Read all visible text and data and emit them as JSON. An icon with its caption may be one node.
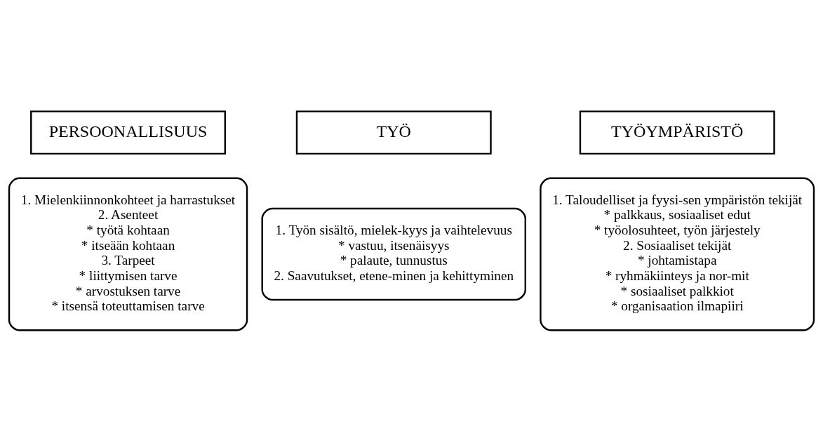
{
  "diagram": {
    "nodes": [
      {
        "text": [
          "PERSOONALLISUUS"
        ]
      },
      {
        "text": [
          "TYÖ"
        ]
      },
      {
        "text": [
          "TYÖYMPÄRISTÖ"
        ]
      },
      {
        "text": [
          "1. Mielenkiinnonkohteet ja harrastukset",
          "2. Asenteet",
          "* työtä kohtaan",
          "* itseään kohtaan",
          "3. Tarpeet",
          "* liittymisen tarve",
          "* arvostuksen tarve",
          "* itsensä toteuttamisen tarve"
        ]
      },
      {
        "text": [
          "1. Työn sisältö, mielek-kyys ja vaihtelevuus",
          "* vastuu, itsenäisyys",
          "* palaute, tunnustus",
          "2. Saavutukset, etene-minen ja kehittyminen"
        ]
      },
      {
        "text": [
          "1. Taloudelliset ja fyysi-sen ympäristön tekijät",
          "* palkkaus, sosiaaliset edut",
          "* työolosuhteet, työn järjestely",
          "2. Sosiaaliset tekijät",
          "* johtamistapa",
          "* ryhmäkiinteys ja nor-mit",
          "* sosiaaliset palkkiot",
          "* organisaation ilmapiiri"
        ]
      }
    ]
  }
}
